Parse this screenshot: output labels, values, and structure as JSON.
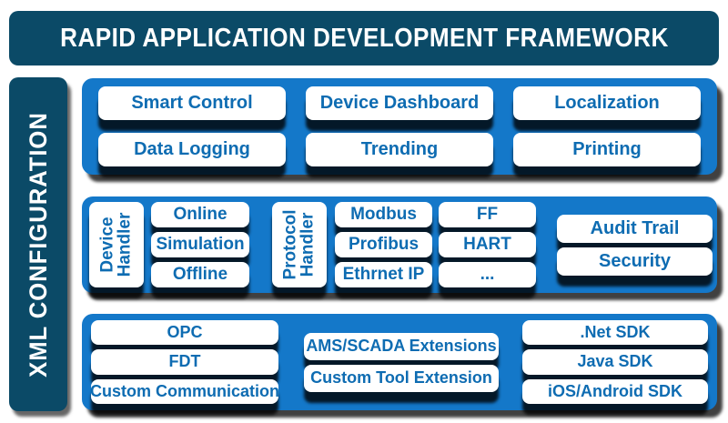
{
  "header": {
    "title": "RAPID APPLICATION DEVELOPMENT FRAMEWORK"
  },
  "sidebar": {
    "label": "XML CONFIGURATION"
  },
  "colors": {
    "dark_teal": "#0b4a67",
    "panel_blue": "#1478c9",
    "box_text_blue": "#0e6cb2",
    "box_background": "#ffffff",
    "shadow": "#000000"
  },
  "panel1": {
    "boxes": [
      "Smart Control",
      "Device Dashboard",
      "Localization",
      "Data Logging",
      "Trending",
      "Printing"
    ]
  },
  "panel2": {
    "device_handler": "Device Handler",
    "modes": [
      "Online",
      "Simulation",
      "Offline"
    ],
    "protocol_handler": "Protocol Handler",
    "protocols_a": [
      "Modbus",
      "Profibus",
      "Ethrnet IP"
    ],
    "protocols_b": [
      "FF",
      "HART",
      "..."
    ],
    "services": [
      "Audit Trail",
      "Security"
    ]
  },
  "panel3": {
    "col1": [
      "OPC",
      "FDT",
      "Custom Communication"
    ],
    "col2": [
      "AMS/SCADA Extensions",
      "Custom Tool Extension"
    ],
    "col3": [
      ".Net SDK",
      "Java SDK",
      "iOS/Android SDK"
    ]
  }
}
